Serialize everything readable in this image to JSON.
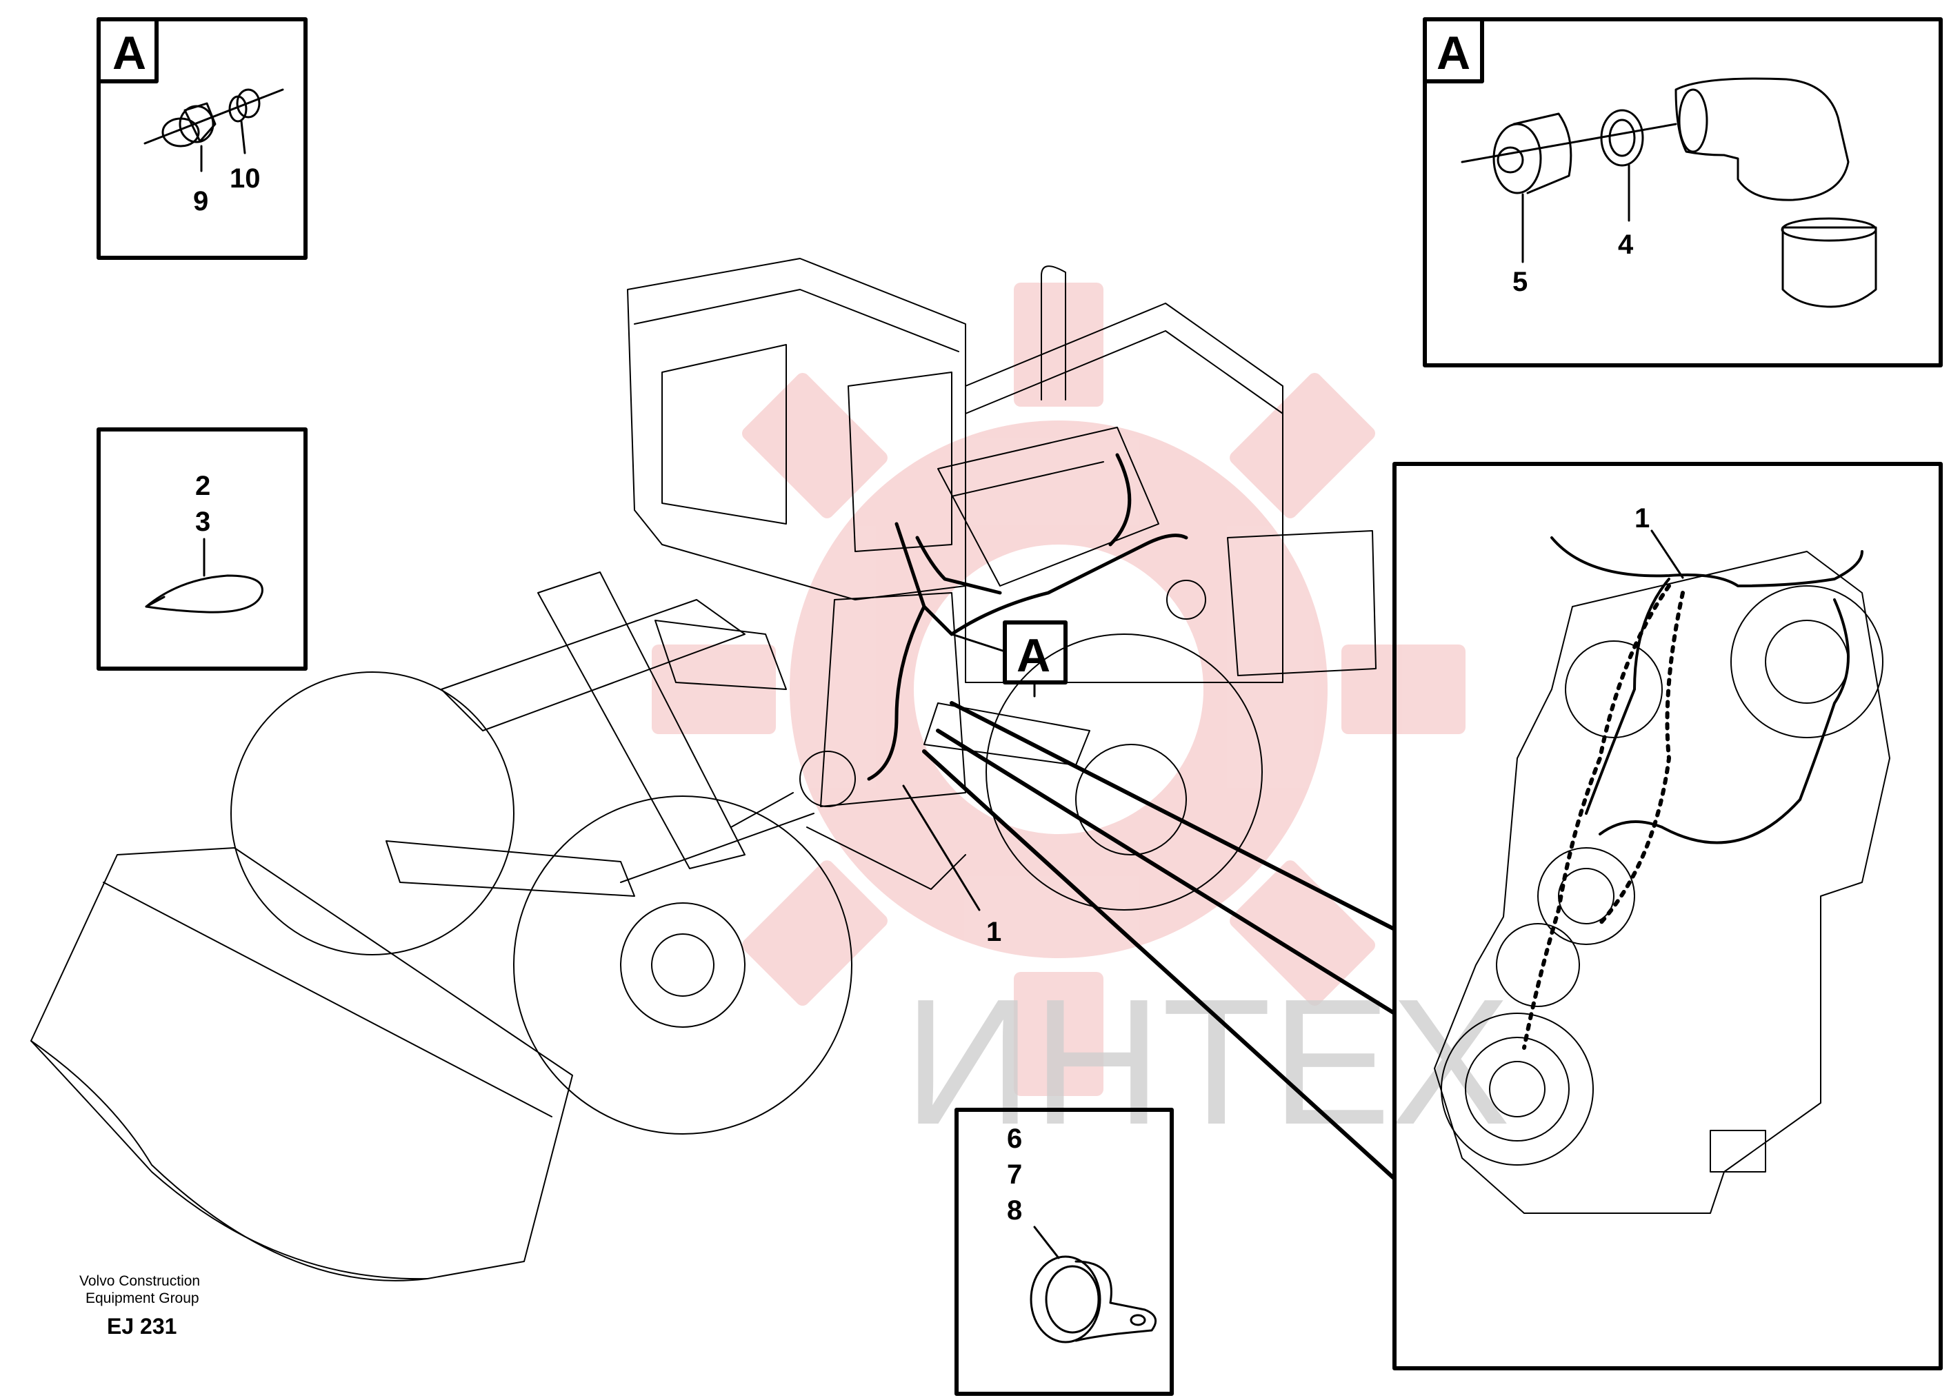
{
  "watermark": {
    "text": "ИНТЕХ",
    "gear_color": "#f4c7c7",
    "text_color": "#cfcfcf"
  },
  "callouts": {
    "top_left_box_letter": "A",
    "top_left_part_a": "9",
    "top_left_part_b": "10",
    "mid_left_part_a": "2",
    "mid_left_part_b": "3",
    "top_right_box_letter": "A",
    "top_right_part_a": "5",
    "top_right_part_b": "4",
    "main_detail_letter": "A",
    "main_part": "1",
    "detail_part": "1",
    "bottom_part_a": "6",
    "bottom_part_b": "7",
    "bottom_part_c": "8"
  },
  "footer": {
    "company_line1": "Volvo Construction",
    "company_line2": "Equipment Group",
    "code": "EJ 231"
  },
  "icons": [
    "gear-watermark-icon",
    "wheel-loader-drawing",
    "transmission-drawing",
    "connector-icon",
    "cable-tie-icon",
    "clamp-icon"
  ]
}
